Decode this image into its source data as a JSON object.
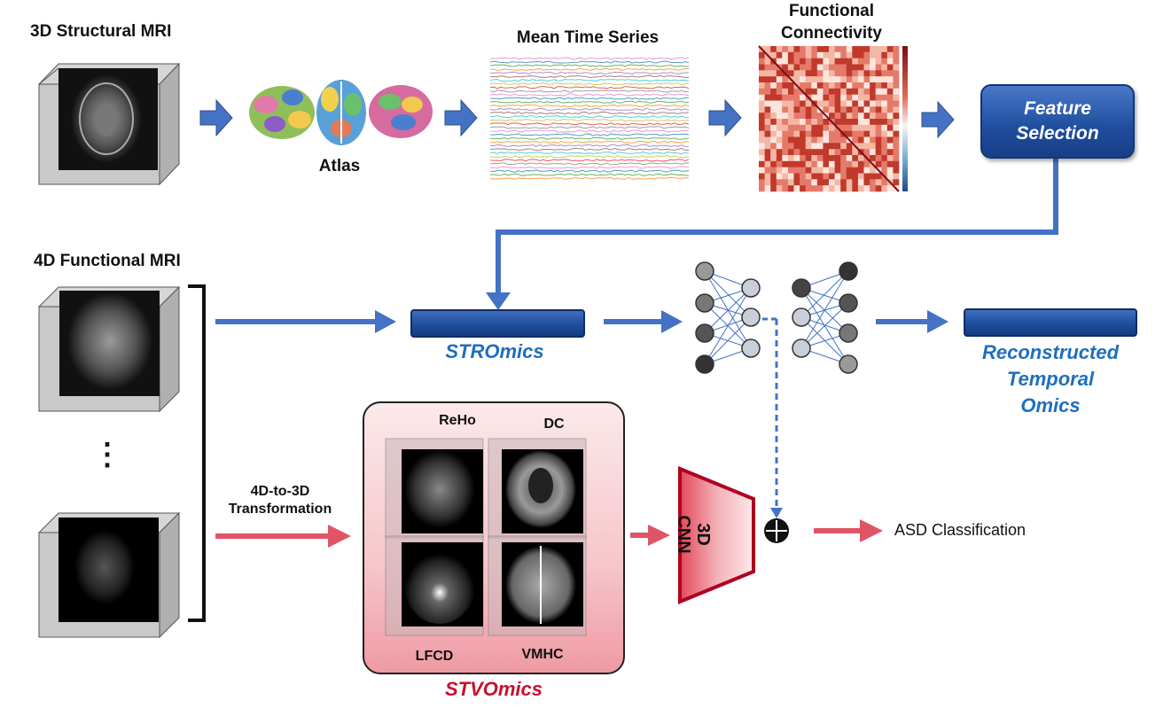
{
  "labels": {
    "structural_mri": "3D Structural MRI",
    "atlas": "Atlas",
    "mean_time_series": "Mean Time Series",
    "functional_connectivity": "Functional\nConnectivity",
    "feature_selection": "Feature\nSelection",
    "functional_mri": "4D Functional MRI",
    "stromics": "STROmics",
    "reconstructed": "Reconstructed\nTemporal Omics",
    "transformation": "4D-to-3D\nTransformation",
    "reho": "ReHo",
    "dc": "DC",
    "lfcd": "LFCD",
    "vmhc": "VMHC",
    "stvomics": "STVOmics",
    "cnn": "3D\nCNN",
    "asd": "ASD Classification",
    "ellipsis": "⋮"
  },
  "colors": {
    "blue_arrow": "#4472c4",
    "red_arrow": "#e05565",
    "blue_text": "#1f6fbd",
    "red_text": "#c8102e"
  }
}
